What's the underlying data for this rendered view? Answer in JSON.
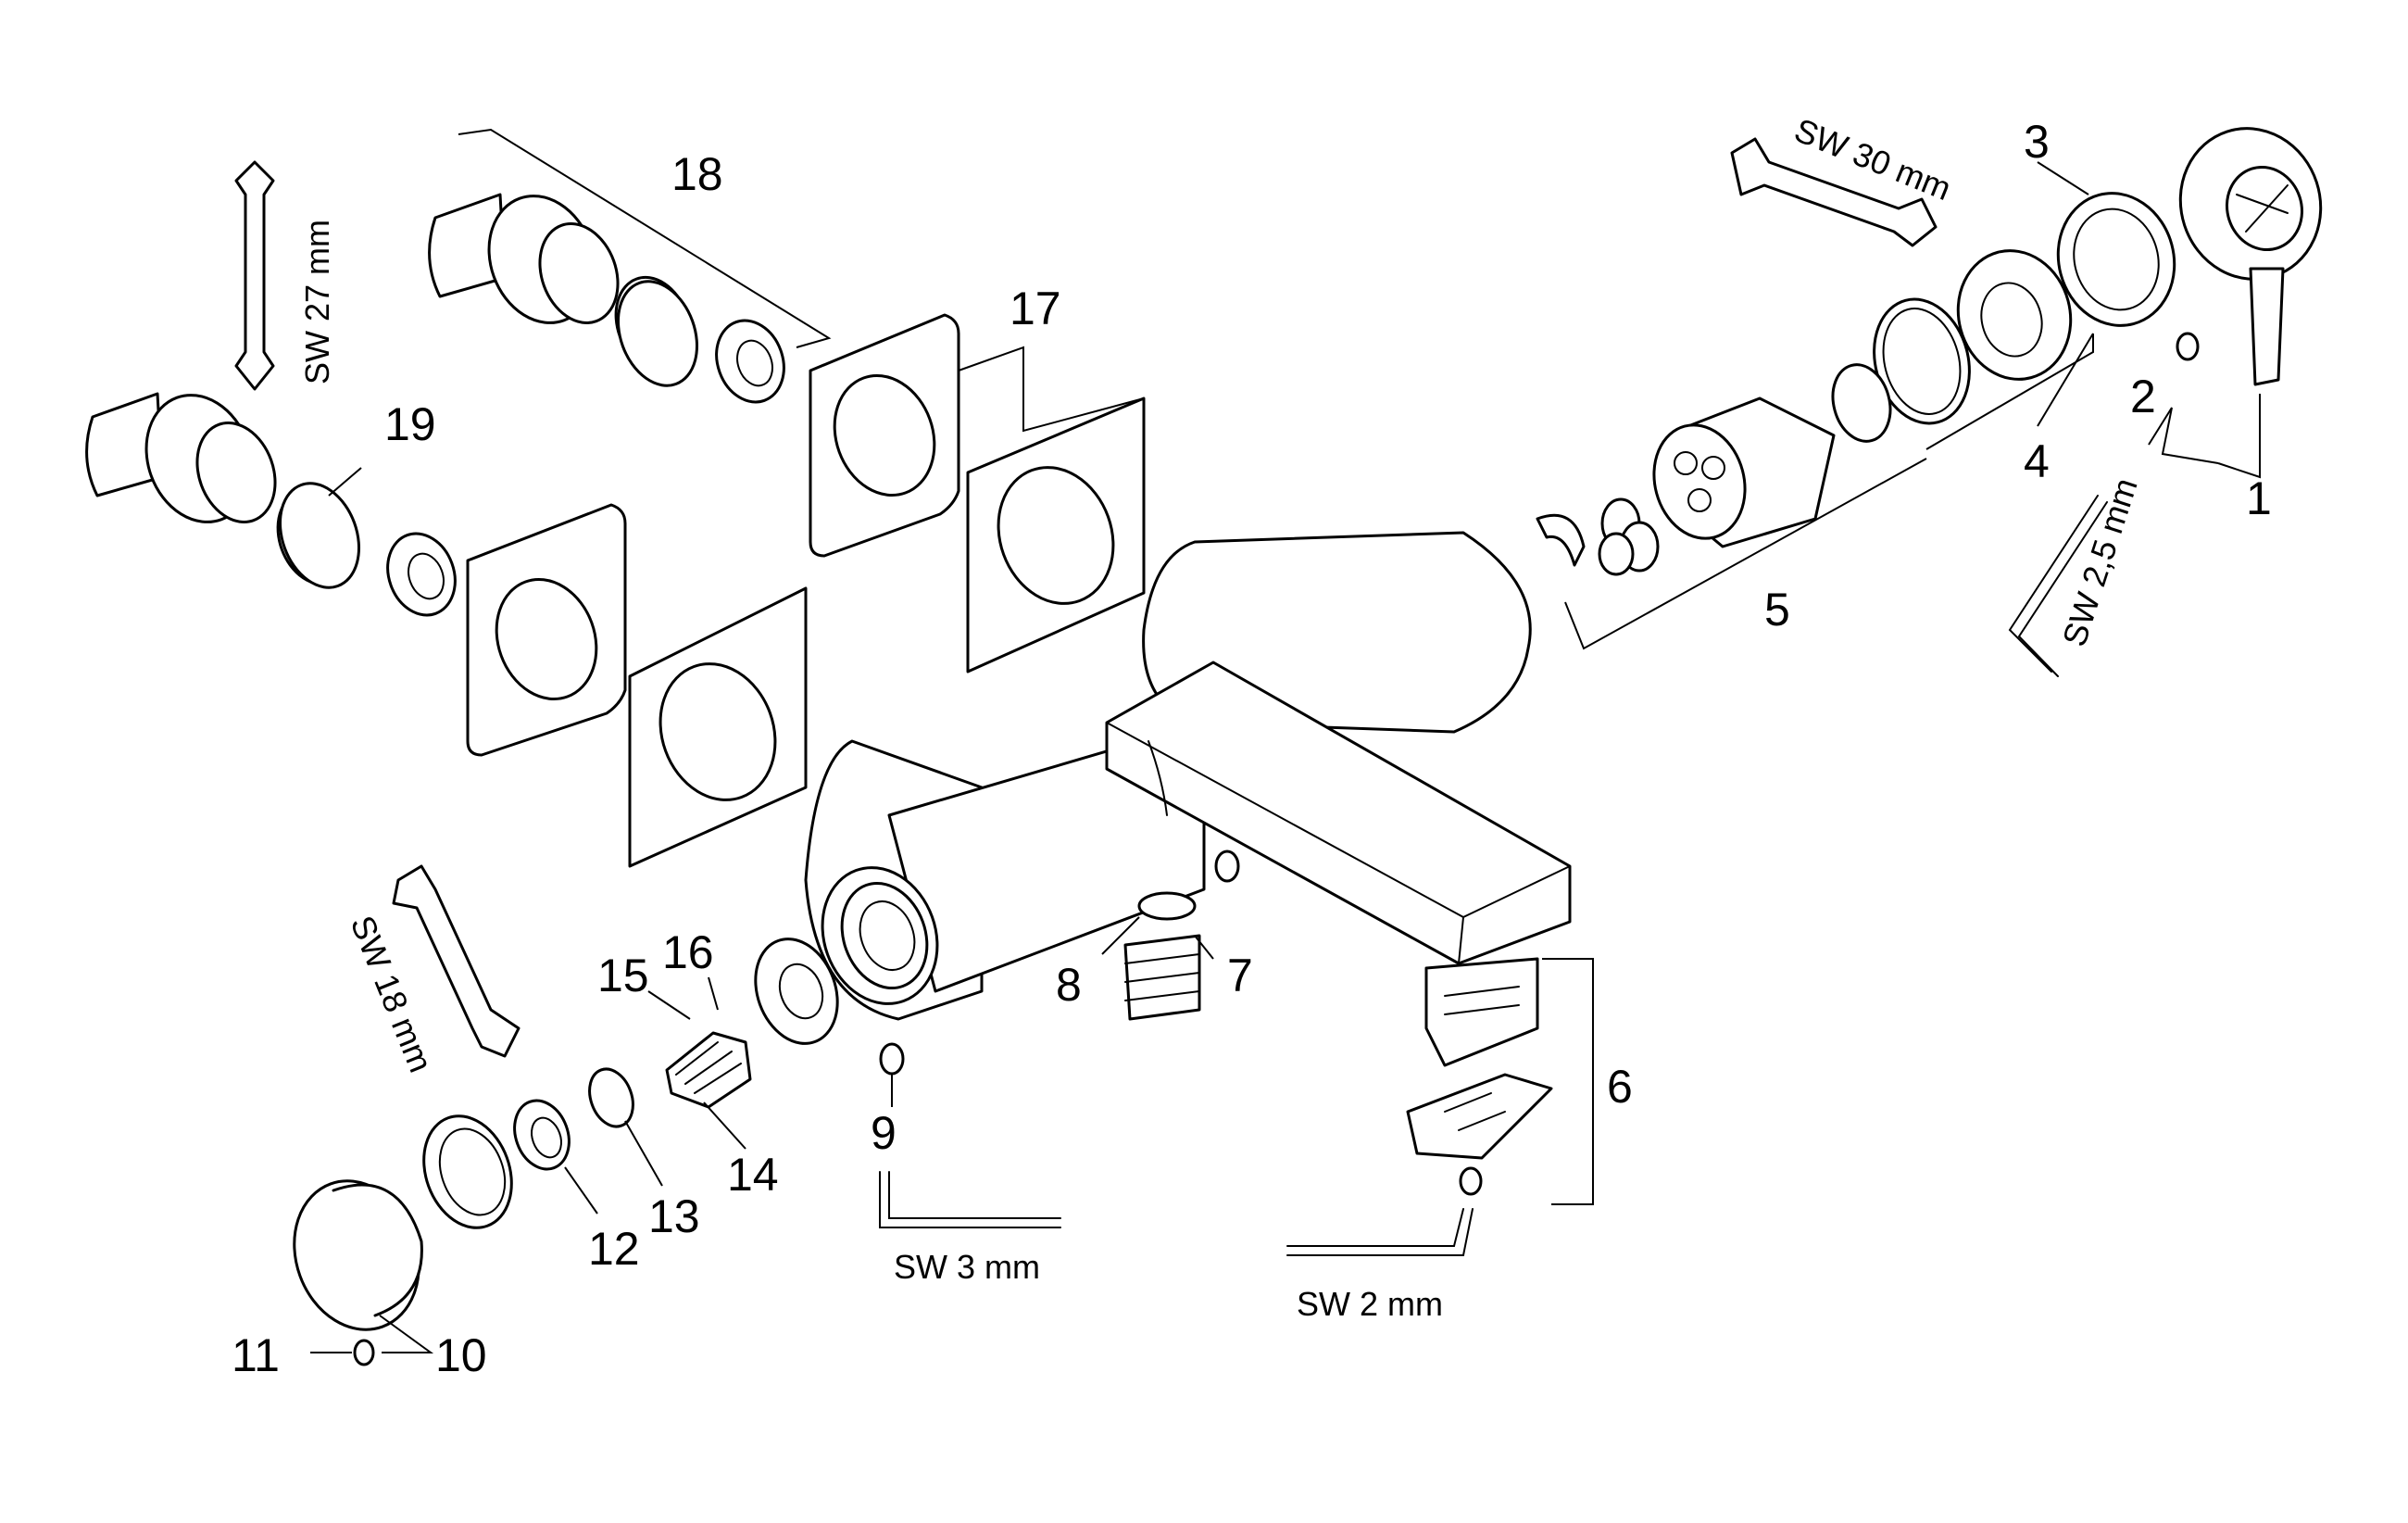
{
  "callouts": {
    "c1": "1",
    "c2": "2",
    "c3": "3",
    "c4": "4",
    "c5": "5",
    "c6": "6",
    "c7": "7",
    "c8": "8",
    "c9": "9",
    "c10": "10",
    "c11": "11",
    "c12": "12",
    "c13": "13",
    "c14": "14",
    "c15": "15",
    "c16": "16",
    "c17": "17",
    "c18": "18",
    "c19": "19"
  },
  "tools": {
    "sw27": "SW 27 mm",
    "sw30": "SW 30 mm",
    "sw25": "SW 2,5 mm",
    "sw18": "SW 18 mm",
    "sw3": "SW 3 mm",
    "sw2": "SW 2 mm"
  },
  "colors": {
    "line": "#000000",
    "background": "#ffffff"
  }
}
